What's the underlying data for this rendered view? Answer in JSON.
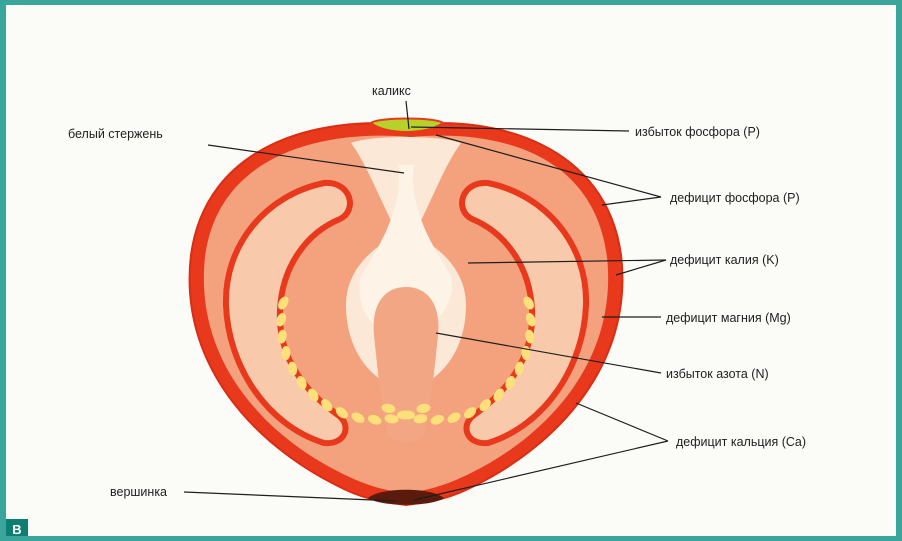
{
  "labels": {
    "calyx": "каликс",
    "white_core": "белый стержень",
    "phosphorus_excess": "избыток фосфора (P)",
    "phosphorus_deficit": "дефицит фосфора (P)",
    "potassium_deficit": "дефицит калия (K)",
    "magnesium_deficit": "дефицит магния (Mg)",
    "nitrogen_excess": "избыток азота (N)",
    "calcium_deficit": "дефицит кальция (Ca)",
    "apex": "вершинка"
  },
  "panel_letter": "В",
  "colors": {
    "frame": "#3aa59b",
    "skin": "#e8391c",
    "flesh": "#f4a17e",
    "core": "#f9ddc6",
    "locule": "#f8c9ab",
    "seed": "#fde07a",
    "calyx": "#b7d12b",
    "apex": "#5a1a0c",
    "core_light": "#fdf3e6"
  }
}
